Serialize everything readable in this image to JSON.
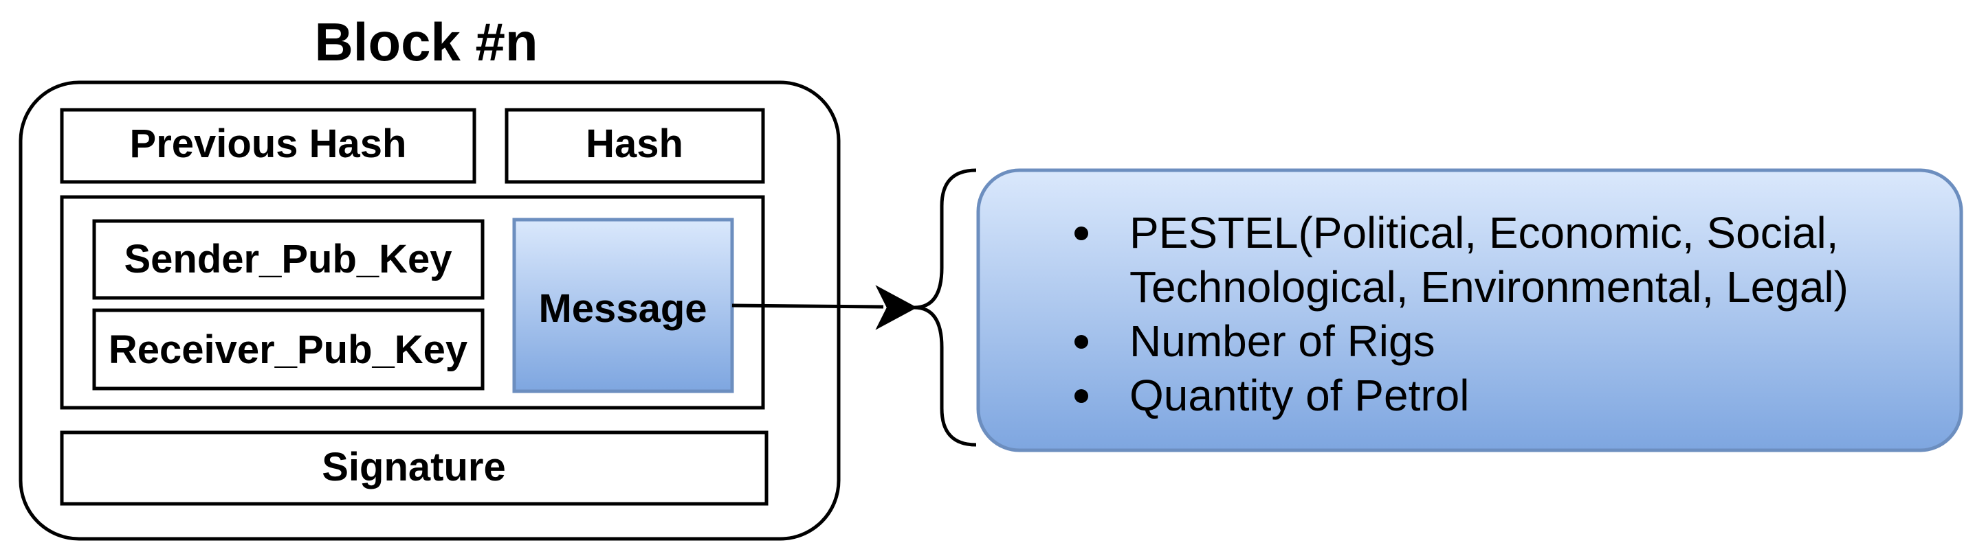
{
  "block": {
    "title": "Block #n",
    "previous_hash": "Previous Hash",
    "hash": "Hash",
    "sender_pub_key": "Sender_Pub_Key",
    "receiver_pub_key": "Receiver_Pub_Key",
    "message": "Message",
    "signature": "Signature"
  },
  "message_details": {
    "items": [
      {
        "lines": [
          "PESTEL(Political, Economic, Social,",
          "Technological, Environmental, Legal)"
        ]
      },
      {
        "lines": [
          "Number of Rigs"
        ]
      },
      {
        "lines": [
          "Quantity of Petrol"
        ]
      }
    ]
  },
  "colors": {
    "box_border": "#000000",
    "message_fill_top": "#dae8fc",
    "message_fill_bottom": "#7ea6e0",
    "message_stroke": "#6c8ebf",
    "background": "#ffffff"
  }
}
